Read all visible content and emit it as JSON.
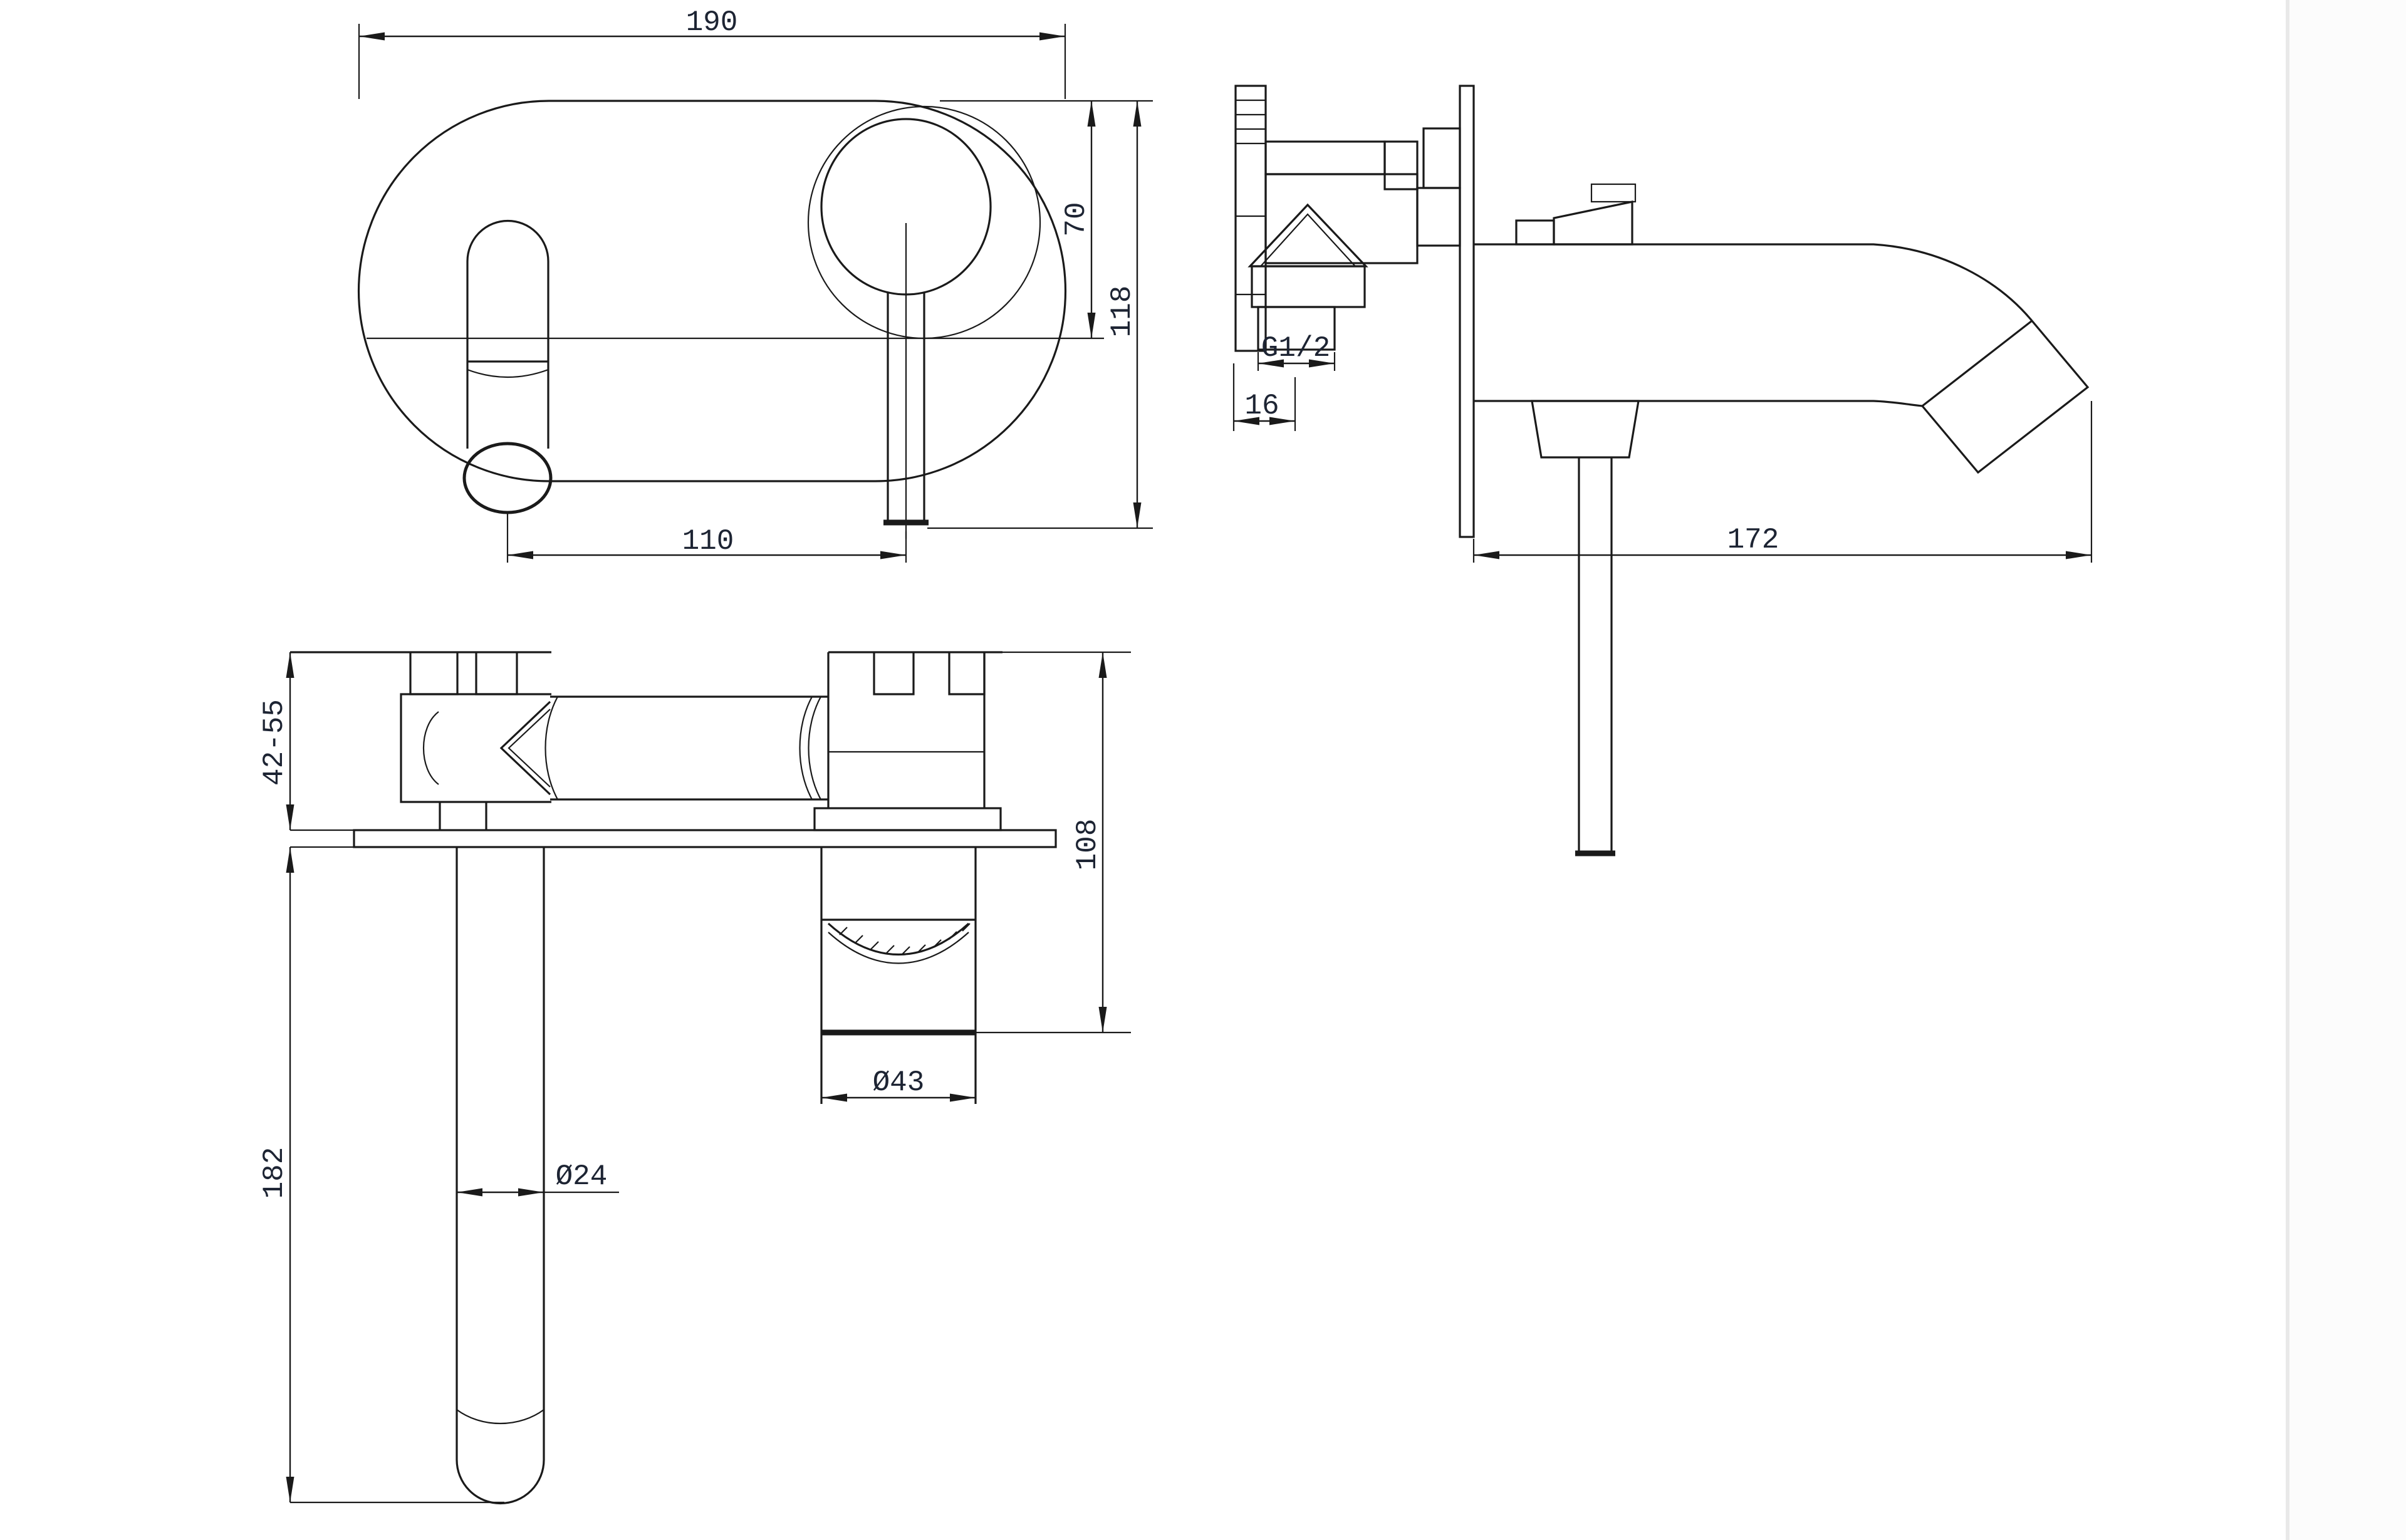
{
  "drawing": {
    "type": "technical-orthographic",
    "subject": "wall-mounted basin mixer faucet",
    "views": [
      "front elevation",
      "side elevation",
      "plan section"
    ]
  },
  "dimensions": {
    "front": {
      "plate_width": "190",
      "plate_upper_height": "70",
      "total_height": "118",
      "spout_to_handle_spacing": "110"
    },
    "side": {
      "inlet_thread": "G1/2",
      "thread_center_offset": "16",
      "spout_reach": "172"
    },
    "plan": {
      "wall_depth_range": "42-55",
      "handle_projection": "108",
      "spout_projection": "182",
      "spout_diameter": "Ø24",
      "handle_diameter": "Ø43"
    }
  },
  "colors": {
    "background": "#ffffff",
    "line": "#1a1a1a",
    "dimension_text": "#1d2433",
    "divider": "#e9e9e9",
    "margin_area": "#fcfcfc"
  }
}
